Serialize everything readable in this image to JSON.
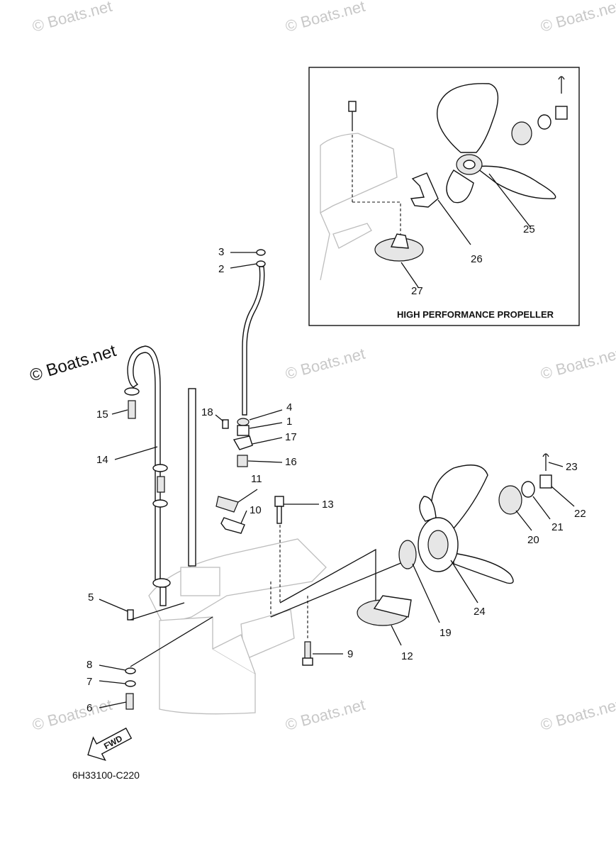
{
  "diagram": {
    "part_code": "6H33100-C220",
    "inset_title": "HIGH PERFORMANCE PROPELLER",
    "fwd_label": "FWD",
    "watermark_main": "© Boats.net",
    "watermark_faint": "© Boats.net",
    "callouts": {
      "c1": "1",
      "c2": "2",
      "c3": "3",
      "c4": "4",
      "c5": "5",
      "c6": "6",
      "c7": "7",
      "c8": "8",
      "c9": "9",
      "c10": "10",
      "c11": "11",
      "c12": "12",
      "c13": "13",
      "c14": "14",
      "c15": "15",
      "c16": "16",
      "c17": "17",
      "c18": "18",
      "c19": "19",
      "c20": "20",
      "c21": "21",
      "c22": "22",
      "c23": "23",
      "c24": "24",
      "c25": "25",
      "c26": "26",
      "c27": "27"
    }
  }
}
